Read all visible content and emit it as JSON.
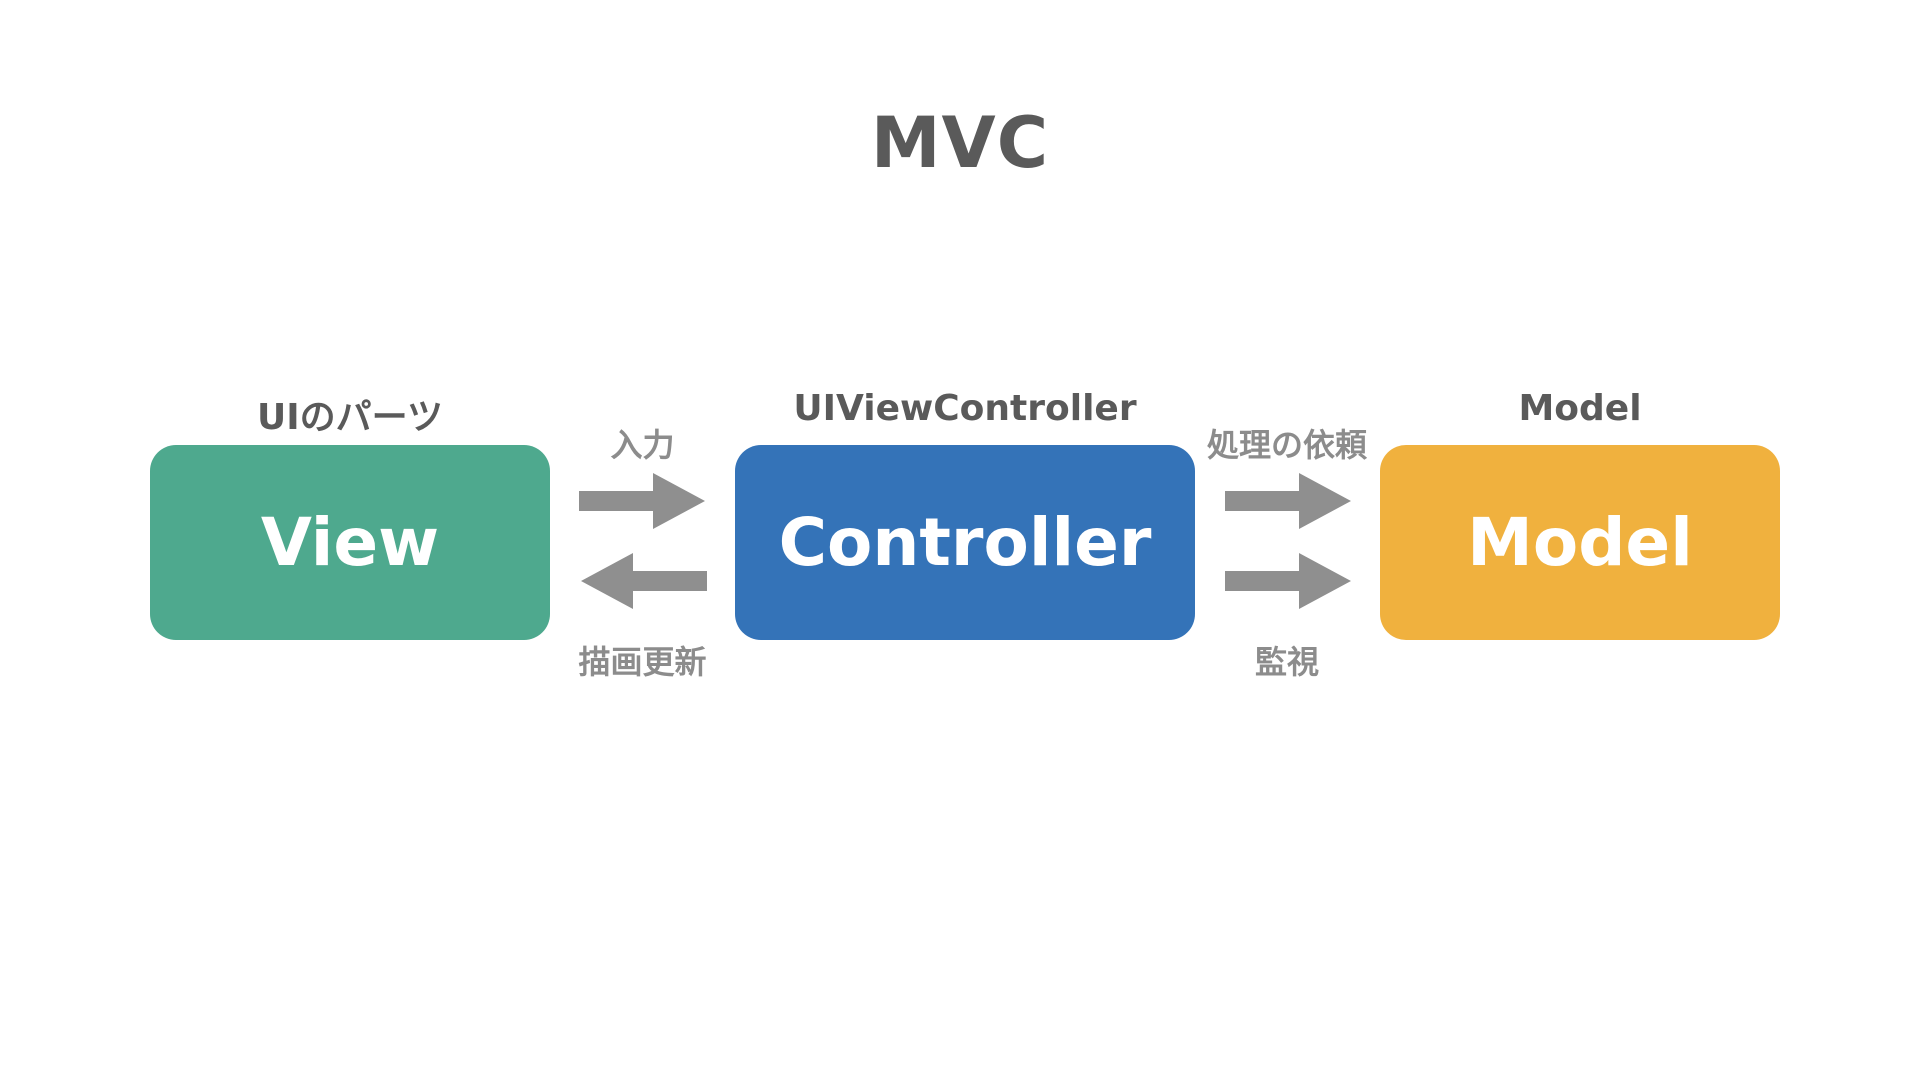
{
  "title": "MVC",
  "nodes": {
    "view": {
      "label": "View",
      "caption": "UIのパーツ",
      "color": "#4ea98e"
    },
    "controller": {
      "label": "Controller",
      "caption": "UIViewController",
      "color": "#3473b8"
    },
    "model": {
      "label": "Model",
      "caption": "Model",
      "color": "#f0b13e"
    }
  },
  "edges": {
    "view_to_controller": {
      "label": "入力",
      "direction": "right"
    },
    "controller_to_view": {
      "label": "描画更新",
      "direction": "left"
    },
    "controller_to_model_request": {
      "label": "処理の依頼",
      "direction": "right"
    },
    "controller_to_model_observe": {
      "label": "監視",
      "direction": "right"
    }
  },
  "colors": {
    "arrow": "#8f8f8f",
    "caption_text": "#5a5a5a",
    "edge_label_text": "#8c8c8c"
  }
}
